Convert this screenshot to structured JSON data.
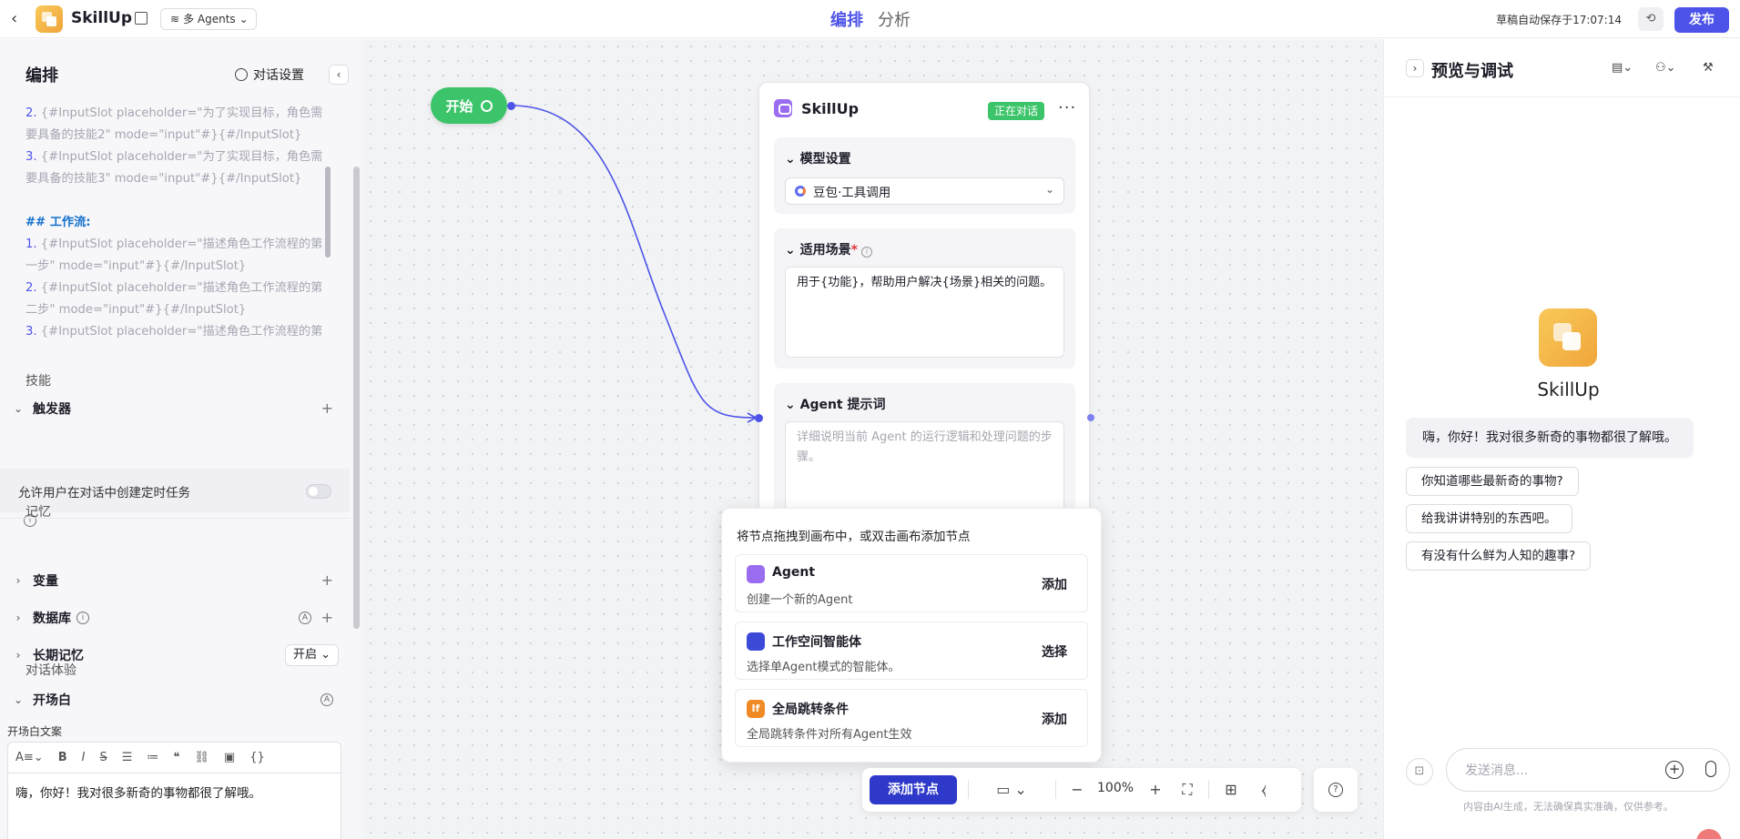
{
  "header": {
    "app_name": "SkillUp",
    "mode": "多 Agents",
    "tabs": [
      {
        "label": "编排"
      },
      {
        "label": "分析"
      }
    ],
    "autosave": "草稿自动保存于17:07:14",
    "publish": "发布"
  },
  "left": {
    "title": "编排",
    "dialog_settings": "对话设置",
    "prompt_lines": [
      {
        "n": "2.",
        "t": "{#InputSlot placeholder=\"为了实现目标，角色需"
      },
      {
        "n": "",
        "t": "要具备的技能2\" mode=\"input\"#}{#/InputSlot}"
      },
      {
        "n": "3.",
        "t": "{#InputSlot placeholder=\"为了实现目标，角色需"
      },
      {
        "n": "",
        "t": "要具备的技能3\" mode=\"input\"#}{#/InputSlot}"
      },
      {
        "n": "",
        "t": ""
      },
      {
        "n": "",
        "t": "## 工作流:"
      },
      {
        "n": "1.",
        "t": "{#InputSlot placeholder=\"描述角色工作流程的第"
      },
      {
        "n": "",
        "t": "一步\" mode=\"input\"#}{#/InputSlot}"
      },
      {
        "n": "2.",
        "t": "{#InputSlot placeholder=\"描述角色工作流程的第"
      },
      {
        "n": "",
        "t": "二步\" mode=\"input\"#}{#/InputSlot}"
      },
      {
        "n": "3.",
        "t": "{#InputSlot placeholder=\"描述角色工作流程的第"
      }
    ],
    "skills_head": "技能",
    "trigger": "触发器",
    "timer_text": "允许用户在对话中创建定时任务",
    "memory_head": "记忆",
    "variable": "变量",
    "database": "数据库",
    "long_memory": "长期记忆",
    "long_memory_value": "开启",
    "experience_head": "对话体验",
    "opening": "开场白",
    "opening_label": "开场白文案",
    "opening_text": "嗨，你好！我对很多新奇的事物都很了解哦。",
    "a_badge": "A"
  },
  "canvas": {
    "start_label": "开始",
    "agent": {
      "name": "SkillUp",
      "status": "正在对话",
      "model_section": "模型设置",
      "model_name": "豆包·工具调用",
      "scene_section": "适用场景",
      "scene_text": "用于{功能}，帮助用户解决{场景}相关的问题。",
      "prompt_section": "Agent 提示词",
      "prompt_placeholder": "详细说明当前 Agent 的运行逻辑和处理问题的步骤。"
    },
    "popup": {
      "hint": "将节点拖拽到画布中，或双击画布添加节点",
      "options": [
        {
          "name": "Agent",
          "desc": "创建一个新的Agent",
          "action": "添加",
          "color": "#9a6cf0"
        },
        {
          "name": "工作空间智能体",
          "desc": "选择单Agent模式的智能体。",
          "action": "选择",
          "color": "#3d4ad8"
        },
        {
          "name": "全局跳转条件",
          "desc": "全局跳转条件对所有Agent生效",
          "action": "添加",
          "color": "#f08a24"
        }
      ]
    },
    "toolbar": {
      "add_node": "添加节点",
      "zoom": "100%"
    }
  },
  "right": {
    "title": "预览与调试",
    "bot_name": "SkillUp",
    "greeting": "嗨，你好！我对很多新奇的事物都很了解哦。",
    "suggestions": [
      "你知道哪些最新奇的事物?",
      "给我讲讲特别的东西吧。",
      "有没有什么鲜为人知的趣事?"
    ],
    "input_placeholder": "发送消息...",
    "disclaimer": "内容由AI生成，无法确保真实准确，仅供参考。"
  },
  "colors": {
    "accent": "#4d53e8",
    "start_green": "#3cc46a",
    "publish": "#4d53e8"
  }
}
